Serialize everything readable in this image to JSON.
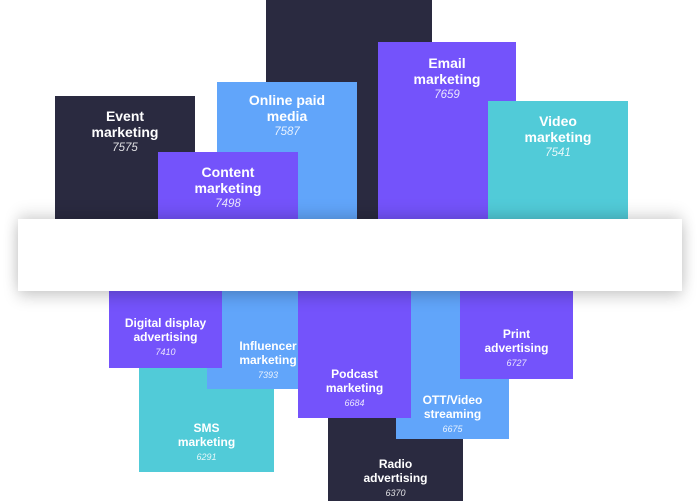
{
  "colors": {
    "dark": "#2a2a40",
    "violet": "#7453fb",
    "blue": "#61a5fa",
    "teal": "#51cbd8",
    "background": "#ffffff"
  },
  "top_group": {
    "tiles": [
      {
        "label": "Event marketing",
        "value": "7575"
      },
      {
        "label": "Online paid media",
        "value": "7587"
      },
      {
        "label": "Content marketing",
        "value": "7498"
      },
      {
        "label": "Email marketing",
        "value": "7659"
      },
      {
        "label": "Video marketing",
        "value": "7541"
      }
    ]
  },
  "bottom_group": {
    "tiles": [
      {
        "label": "Digital display advertising",
        "value": "7410"
      },
      {
        "label": "Influencer marketing",
        "value": "7393"
      },
      {
        "label": "SMS marketing",
        "value": "6291"
      },
      {
        "label": "Podcast marketing",
        "value": "6684"
      },
      {
        "label": "Print advertising",
        "value": "6727"
      },
      {
        "label": "OTT/Video streaming",
        "value": "6675"
      },
      {
        "label": "Radio advertising",
        "value": "6370"
      }
    ]
  }
}
